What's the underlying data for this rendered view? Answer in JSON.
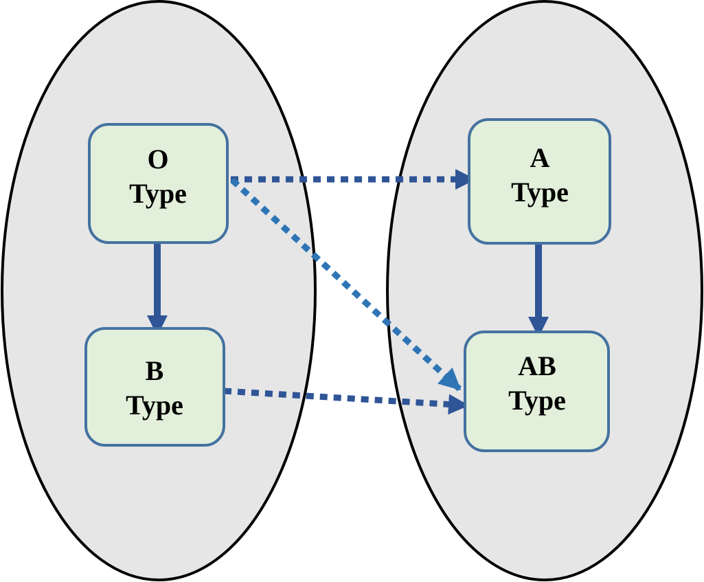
{
  "colors": {
    "group_fill": "#e6e6e6",
    "group_stroke": "#000000",
    "node_fill": "#e2efda",
    "node_stroke": "#4472a0",
    "arrow_solid": "#2f5597",
    "arrow_dotted": "#2f5597",
    "arrow_dotted_light": "#2e75b6"
  },
  "nodes": [
    {
      "id": "o",
      "line1": "O",
      "line2": "Type"
    },
    {
      "id": "b",
      "line1": "B",
      "line2": "Type"
    },
    {
      "id": "a",
      "line1": "A",
      "line2": "Type"
    },
    {
      "id": "ab",
      "line1": "AB",
      "line2": "Type"
    }
  ],
  "edges": [
    {
      "from": "O",
      "to": "B",
      "style": "solid"
    },
    {
      "from": "A",
      "to": "AB",
      "style": "solid"
    },
    {
      "from": "O",
      "to": "A",
      "style": "dotted"
    },
    {
      "from": "O",
      "to": "AB",
      "style": "dotted"
    },
    {
      "from": "B",
      "to": "AB",
      "style": "dotted"
    }
  ]
}
